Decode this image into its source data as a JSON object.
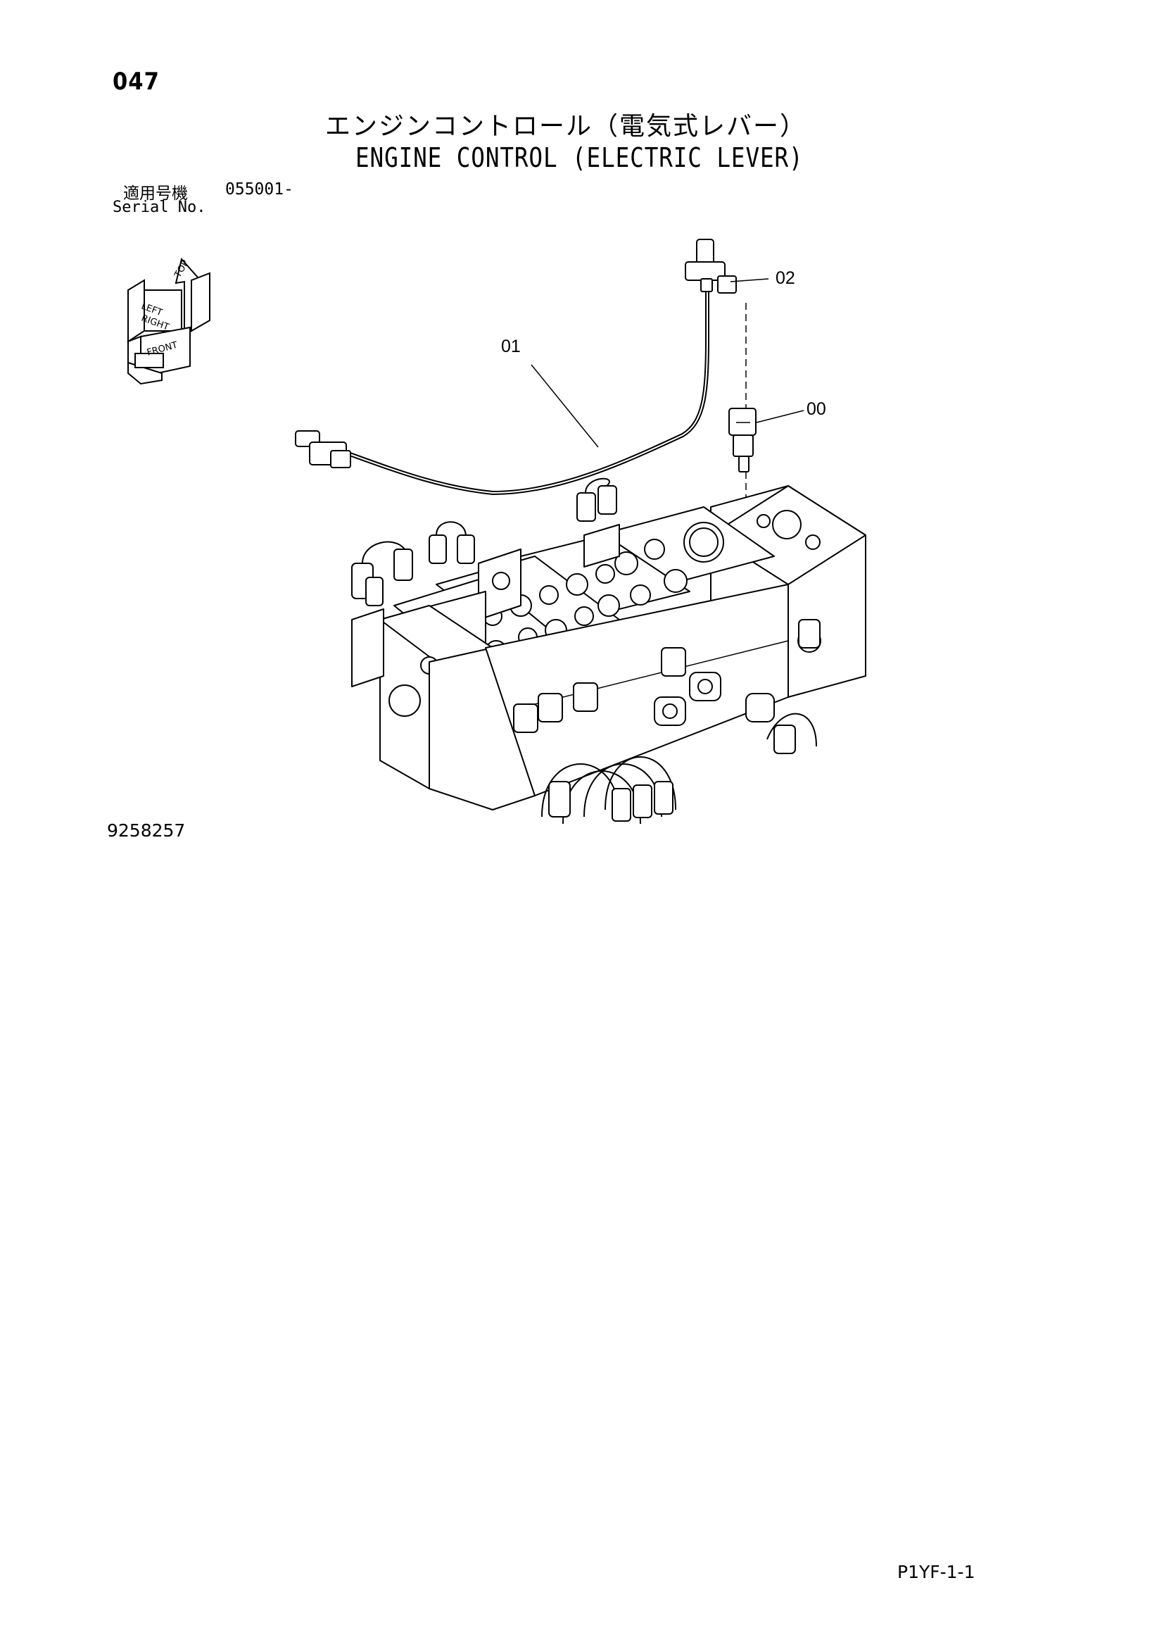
{
  "page_number": "047",
  "title_jp": "エンジンコントロール（電気式レバー）",
  "title_en": "ENGINE CONTROL (ELECTRIC LEVER)",
  "serial": {
    "label_jp": "適用号機",
    "value": "055001-",
    "label_en": "Serial No."
  },
  "orientation_icon": {
    "top": "TOP",
    "right": "RIGHT",
    "front": "FRONT",
    "left": "LEFT"
  },
  "callouts": {
    "c00": "00",
    "c01": "01",
    "c02": "02"
  },
  "drawing_number": "9258257",
  "sheet_code": "P1YF-1-1"
}
